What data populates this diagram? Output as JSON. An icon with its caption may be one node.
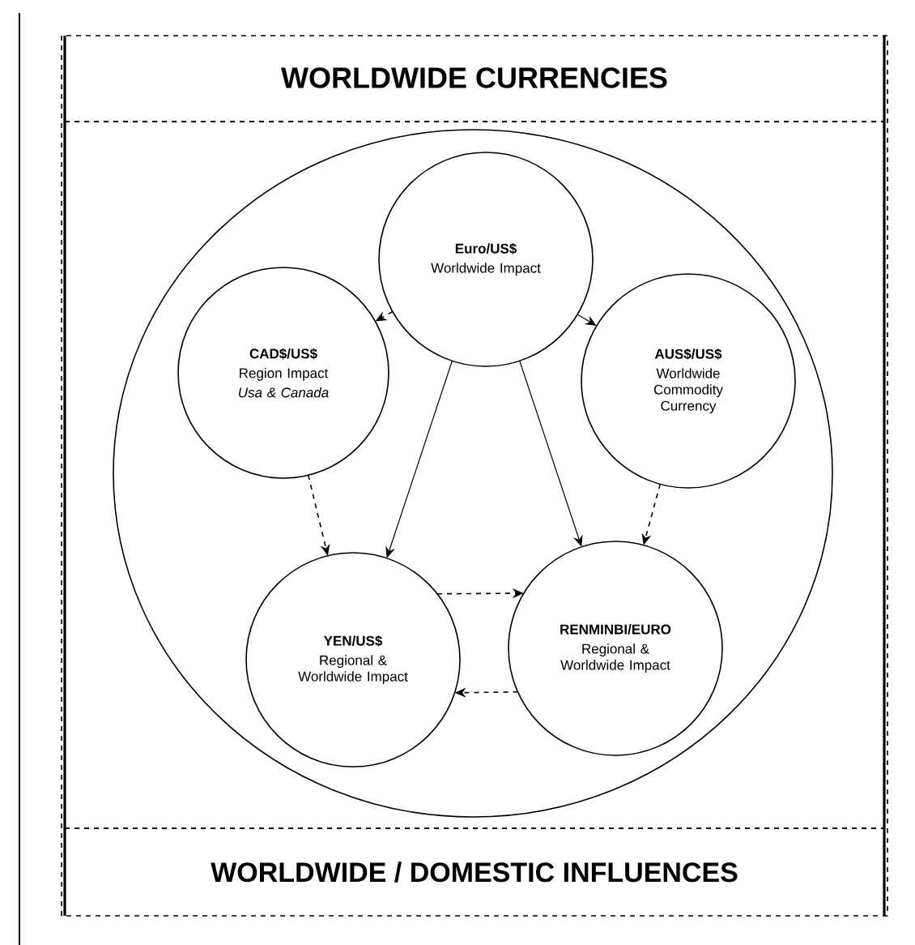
{
  "diagram": {
    "title": "WORLDWIDE CURRENCIES",
    "nodes": [
      {
        "text": [],
        "shape": "circle"
      },
      {
        "text": [
          "Euro/US$",
          "Worldwide Impact"
        ],
        "in": 0
      },
      {
        "text": [
          "CAD$/US$",
          "Region Impact",
          "Usa & Canada"
        ],
        "in": 0
      },
      {
        "text": [
          "AUS$/US$",
          "Worldwide Commodity Currency"
        ],
        "in": 0
      },
      {
        "text": [
          "YEN/US$",
          "Regional & Worldwide Impact"
        ],
        "in": 0
      },
      {
        "text": [
          "RENMINBI/EURO",
          "Regional & Worldwide Impact"
        ],
        "in": 0
      }
    ],
    "edges": [
      {
        "from": 1,
        "to": 2,
        "arrow": "to",
        "style": "dashed"
      },
      {
        "from": 1,
        "to": 3,
        "arrow": "to"
      },
      {
        "from": 2,
        "to": 4,
        "arrow": "to",
        "style": "dashed"
      },
      {
        "from": 1,
        "to": 4,
        "arrow": "to"
      },
      {
        "from": 1,
        "to": 5,
        "arrow": "to"
      },
      {
        "from": 3,
        "to": 5,
        "arrow": "to",
        "style": "dashed"
      },
      {
        "from": 4,
        "to": 5,
        "arrow": "to",
        "style": "dashed"
      },
      {
        "from": 5,
        "to": 4,
        "arrow": "to",
        "style": "dashed"
      }
    ],
    "labels": [
      "WORLDWIDE / DOMESTIC INFLUENCES"
    ]
  }
}
